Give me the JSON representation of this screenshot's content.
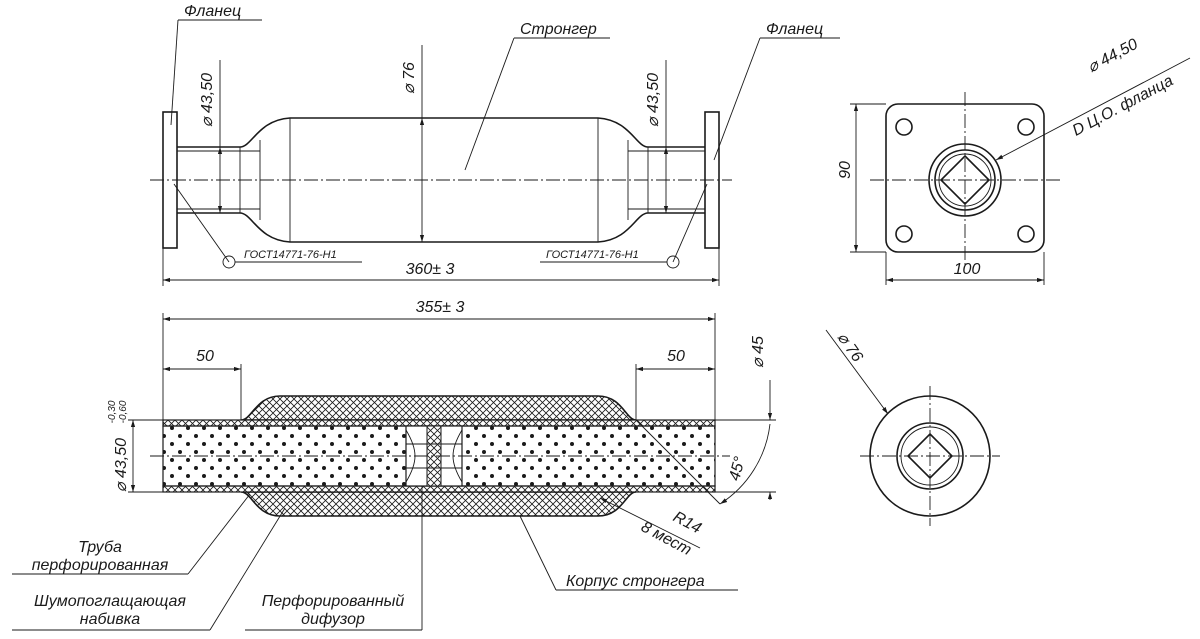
{
  "labels": {
    "flange_left": "Фланец",
    "stronger": "Стронгер",
    "flange_right": "Фланец",
    "gost_left": "ГОСТ14771-76-Н1",
    "gost_right": "ГОСТ14771-76-Н1",
    "perforated_tube_1": "Труба",
    "perforated_tube_2": "перфорированная",
    "packing_1": "Шумопоглащающая",
    "packing_2": "набивка",
    "diffuser_1": "Перфорированный",
    "diffuser_2": "дифузор",
    "body": "Корпус стронгера",
    "flange_bore_note": "D Ц.О. фланца",
    "r14_1": "R14",
    "r14_2": "8 мест"
  },
  "dimensions": {
    "dia_76_top": "⌀ 76",
    "dia_4350_left": "⌀ 43,50",
    "dia_4350_right": "⌀ 43,50",
    "length_360": "360± 3",
    "length_355": "355± 3",
    "flange_bore": "⌀ 44,50",
    "flange_height": "90",
    "flange_width": "100",
    "end_left": "50",
    "end_right": "50",
    "dia_45": "⌀ 45",
    "tube_dia_tol": "⌀ 43,50",
    "tol_upper": "-0,30",
    "tol_lower": "-0,60",
    "angle": "45°",
    "end_view_dia": "⌀ 76"
  }
}
